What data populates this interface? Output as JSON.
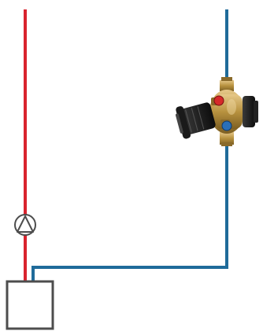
{
  "diagram": {
    "components": [
      {
        "id": "boiler",
        "kind": "boiler-box"
      },
      {
        "id": "pump",
        "kind": "circulation-pump"
      },
      {
        "id": "valve",
        "kind": "balancing-control-valve"
      }
    ],
    "connections": [
      {
        "id": "supply-line",
        "role": "supply",
        "from": "boiler",
        "via": "pump",
        "to": "out-top-left"
      },
      {
        "id": "return-line",
        "role": "return",
        "from": "out-top-right",
        "via": "valve",
        "to": "boiler"
      }
    ],
    "colors": {
      "supply": "#d9232e",
      "return": "#1f6b9a",
      "outline": "#4d4d4d",
      "valve_body": "#b8923f",
      "valve_handle": "#1d1d1d",
      "valve_knob_red": "#d62a2a",
      "valve_knob_blue": "#2a6fb8"
    }
  }
}
